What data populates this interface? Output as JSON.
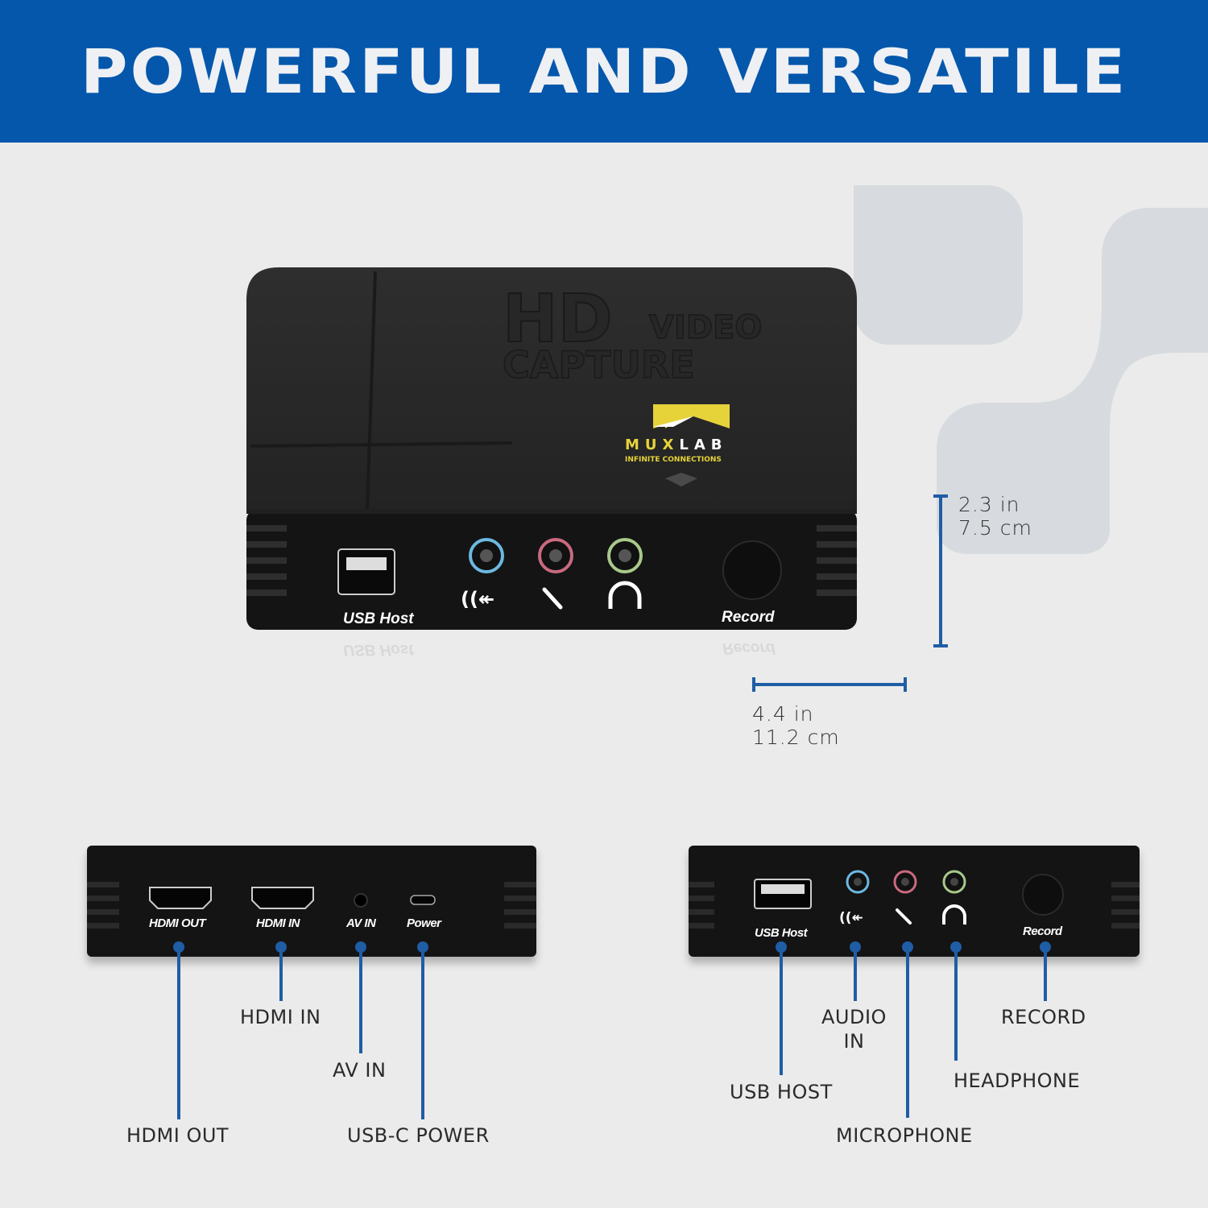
{
  "banner": {
    "title": "POWERFUL AND VERSATILE",
    "bg_color": "#0457ab"
  },
  "device": {
    "top_text_line1": "HD",
    "top_text_line1b": "VIDEO",
    "top_text_line2": "CAPTURE",
    "brand_mux": "MUX",
    "brand_lab": "LAB",
    "brand_tagline": "INFINITE CONNECTIONS",
    "front_labels": {
      "usb": "USB Host",
      "record": "Record"
    },
    "reflection": {
      "usb": "USB Host",
      "record": "Record"
    }
  },
  "dimensions": {
    "height_in": "2.3 in",
    "height_cm": "7.5 cm",
    "width_in": "4.4 in",
    "width_cm": "11.2 cm"
  },
  "back_panel": {
    "ports": [
      "HDMI OUT",
      "HDMI IN",
      "AV IN",
      "Power"
    ],
    "callouts": {
      "hdmi_out": "HDMI OUT",
      "hdmi_in": "HDMI IN",
      "av_in": "AV IN",
      "usb_c_power": "USB-C POWER"
    }
  },
  "front_panel": {
    "ports": [
      "USB Host",
      "Record"
    ],
    "callouts": {
      "usb_host": "USB HOST",
      "audio_in_1": "AUDIO",
      "audio_in_2": "IN",
      "microphone": "MICROPHONE",
      "headphone": "HEADPHONE",
      "record": "RECORD"
    }
  },
  "colors": {
    "accent": "#1f5da5",
    "background": "#ebebeb",
    "device": "#1e1e1e",
    "brand_yellow": "#e6d33a"
  }
}
